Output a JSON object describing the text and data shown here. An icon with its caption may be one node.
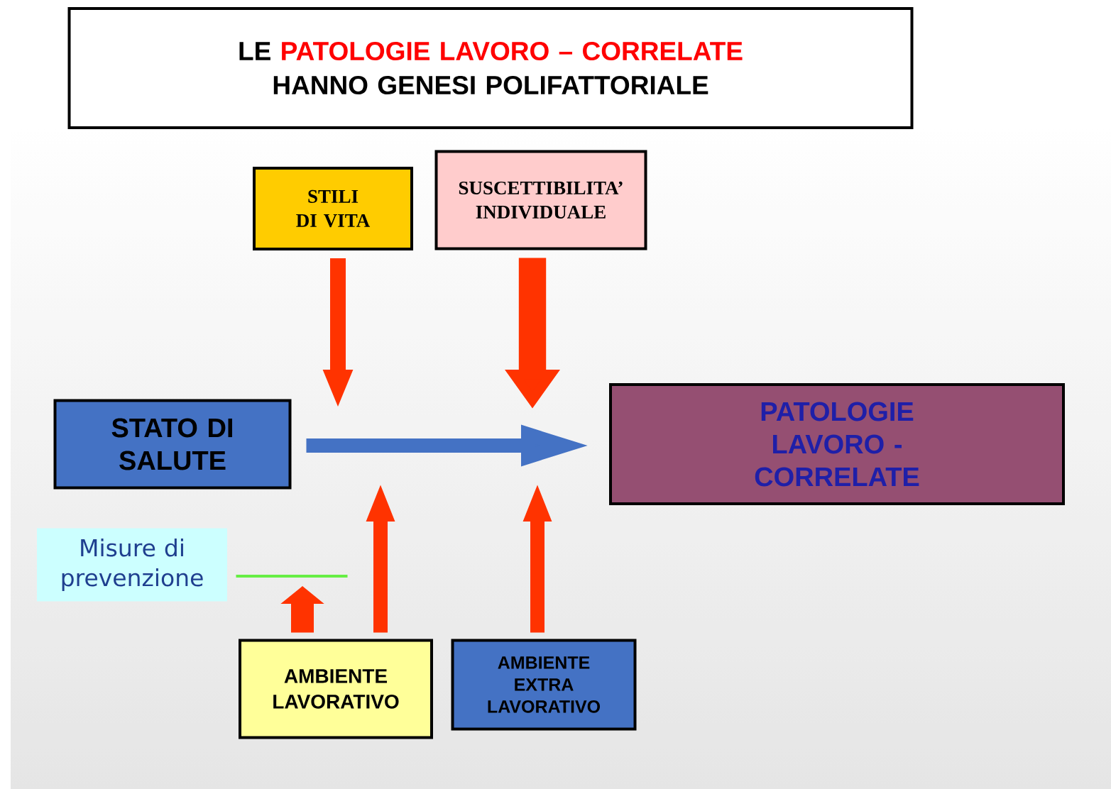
{
  "diagram": {
    "nodes": [
      {
        "text": [
          "LE",
          "PATOLOGIE LAVORO – CORRELATE",
          "HANNO GENESI POLIFATTORIALE"
        ]
      },
      {
        "text": [
          "STILI DI VITA"
        ]
      },
      {
        "text": [
          "SUSCETTIBILITA’ INDIVIDUALE"
        ]
      },
      {
        "text": [
          "STATO DI SALUTE"
        ]
      },
      {
        "text": [
          "PATOLOGIE LAVORO - CORRELATE"
        ]
      },
      {
        "text": [
          "Misure di prevenzione"
        ]
      },
      {
        "text": [
          "AMBIENTE LAVORATIVO"
        ]
      },
      {
        "text": [
          "AMBIENTE EXTRA LAVORATIVO"
        ]
      },
      {
        "text": [],
        "shape": "bar"
      }
    ],
    "edges": [
      {
        "from": 3,
        "to": 4,
        "arrow": "to",
        "color": "#4472c4"
      },
      {
        "from": 1,
        "to": null,
        "arrow": "to"
      },
      {
        "from": 2,
        "to": null,
        "arrow": "to",
        "style": "thick"
      },
      {
        "from": 6,
        "to": 8,
        "arrow": "to"
      },
      {
        "from": 6,
        "to": null,
        "arrow": "to"
      },
      {
        "from": 7,
        "to": null,
        "arrow": "to"
      }
    ]
  }
}
